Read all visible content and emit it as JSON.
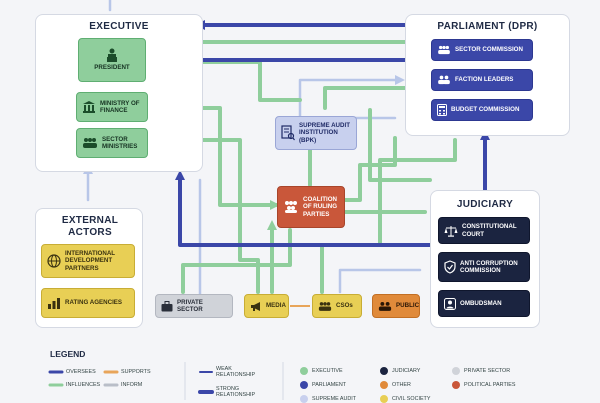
{
  "executive": {
    "title": "EXECUTIVE",
    "president": "PRESIDENT",
    "ministry_finance": "MINISTRY OF FINANCE",
    "sector_ministries": "SECTOR MINISTRIES"
  },
  "parliament": {
    "title": "PARLIAMENT (DPR)",
    "sector_commission": "SECTOR COMMISSION",
    "faction_leaders": "FACTION LEADERS",
    "budget_commission": "BUDGET COMMISSION"
  },
  "bpk": "SUPREME AUDIT INSTITUTION (BPK)",
  "coalition": "COALITION OF RULING PARTIES",
  "external": {
    "title": "EXTERNAL ACTORS",
    "idp": "INTERNATIONAL DEVELOPMENT PARTNERS",
    "rating": "RATING AGENCIES"
  },
  "judiciary": {
    "title": "JUDICIARY",
    "constitutional": "CONSTITUTIONAL COURT",
    "anticorruption": "ANTI CORRUPTION COMMISSION",
    "ombudsman": "OMBUDSMAN"
  },
  "bottom": {
    "private_sector": "PRIVATE SECTOR",
    "media": "MEDIA",
    "csos": "CSOs",
    "public": "PUBLIC"
  },
  "legend": {
    "title": "LEGEND",
    "oversees": "OVERSEES",
    "influences": "INFLUENCES",
    "supports": "SUPPORTS",
    "inform": "INFORM",
    "weak": "WEAK RELATIONSHIP",
    "strong": "STRONG RELATIONSHIP",
    "cat_executive": "EXECUTIVE",
    "cat_parliament": "PARLIAMENT",
    "cat_audit": "SUPREME AUDIT",
    "cat_judiciary": "JUDICIARY",
    "cat_other": "OTHER",
    "cat_civil": "CIVIL SOCIETY",
    "cat_private": "PRIVATE SECTOR",
    "cat_political": "POLITICAL PARTIES"
  },
  "colors": {
    "oversees": "#3b47a8",
    "influences": "#8fce9c",
    "supports": "#e8a55a",
    "inform": "#b9bec8",
    "executive": "#8fce9c",
    "parliament": "#3b47a8",
    "judiciary": "#1b2440",
    "other": "#e08a3a",
    "private": "#d0d3d9",
    "political": "#c9573a"
  }
}
